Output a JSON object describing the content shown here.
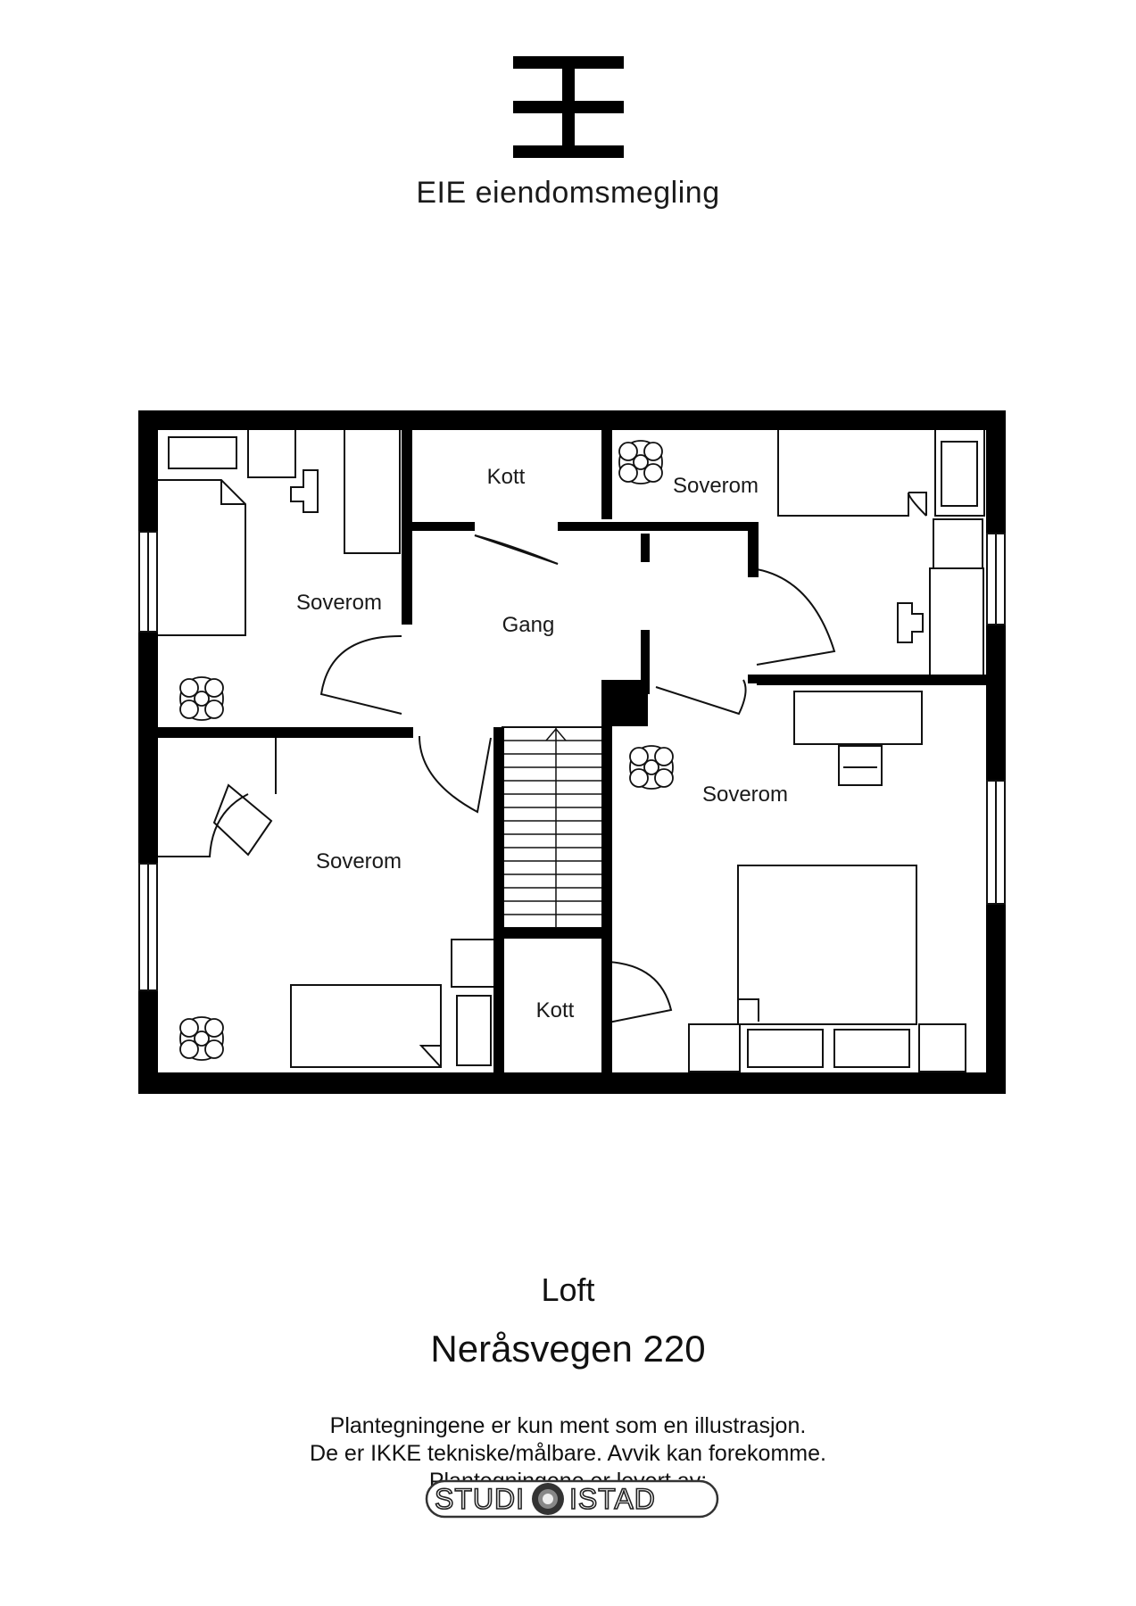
{
  "brand": {
    "logo_icon": "eie-logo-icon",
    "name": "EIE eiendomsmegling"
  },
  "floorplan": {
    "rooms": {
      "bedroom_top_left": "Soverom",
      "closet_top": "Kott",
      "bedroom_top_right": "Soverom",
      "hallway": "Gang",
      "bedroom_bottom_left": "Soverom",
      "closet_bottom": "Kott",
      "bedroom_bottom_right": "Soverom"
    }
  },
  "footer": {
    "floor": "Loft",
    "address": "Neråsvegen 220",
    "disclaimer": [
      "Plantegningene er kun ment som en illustrasjon.",
      "De er IKKE tekniske/målbare. Avvik kan forekomme.",
      "Plantegningene er levert av:"
    ],
    "provider_logo": {
      "left": "STUDI",
      "right": "ISTAD"
    }
  }
}
